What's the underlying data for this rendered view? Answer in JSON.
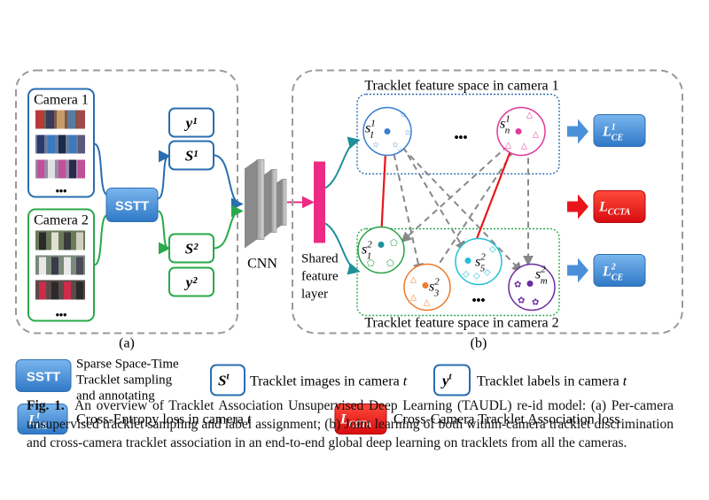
{
  "panel_a": {
    "camera1_label": "Camera 1",
    "camera2_label": "Camera 2",
    "ellipsis": "•••",
    "sstt_label": "SSTT",
    "y1": "y¹",
    "s1": "S¹",
    "s2": "S²",
    "y2": "y²",
    "caption": "(a)"
  },
  "middle": {
    "cnn_label": "CNN",
    "shared_label_line1": "Shared",
    "shared_label_line2": "feature",
    "shared_label_line3": "layer"
  },
  "panel_b": {
    "cam1_space_title": "Tracklet feature space in camera 1",
    "cam2_space_title": "Tracklet feature space in camera 2",
    "caption": "(b)",
    "ellipsis_top": "•••",
    "ellipsis_bottom": "•••",
    "clusters": {
      "s1_1": "s",
      "s1_1_sup": "1",
      "s1_1_sub": "1",
      "sn_1": "s",
      "sn_1_sup": "1",
      "sn_1_sub": "n",
      "s1_2": "s",
      "s1_2_sup": "2",
      "s1_2_sub": "1",
      "s3_2": "s",
      "s3_2_sup": "2",
      "s3_2_sub": "3",
      "s5_2": "s",
      "s5_2_sup": "2",
      "s5_2_sub": "5",
      "sm_2": "s",
      "sm_2_sup": "2",
      "sm_2_sub": "m"
    },
    "loss_ce1": "L",
    "loss_ce1_sup": "1",
    "loss_ce1_sub": "CE",
    "loss_ccta": "L",
    "loss_ccta_sub": "CCTA",
    "loss_ce2": "L",
    "loss_ce2_sup": "2",
    "loss_ce2_sub": "CE"
  },
  "legend": {
    "sstt_box": "SSTT",
    "sstt_line1": "Sparse Space-Time",
    "sstt_line2": "Tracklet sampling",
    "sstt_line3": "and annotating",
    "st_box": "S",
    "st_box_sup": "t",
    "st_text": "Tracklet images in camera ",
    "st_text_var": "t",
    "yt_box": "y",
    "yt_box_sup": "t",
    "yt_text": "Tracklet labels in camera ",
    "yt_text_var": "t",
    "lce_box": "L",
    "lce_box_sup": "t",
    "lce_box_sub": "CE",
    "lce_text": "Cross-Entropy loss in camera ",
    "lce_text_var": "t",
    "lccta_box": "L",
    "lccta_box_sub": "CCTA",
    "lccta_text": "Cross-Camera Tracklet Association loss"
  },
  "caption": {
    "label": "Fig. 1.",
    "text": "An overview of Tracklet Association Unsupervised Deep Learning (TAUDL) re-id model: (a) Per-camera unsupervised tracklet sampling and label assignment; (b) Joint learning of both within-camera tracklet discrimination and cross-camera tracklet association in an end-to-end global deep learning on tracklets from all the cameras."
  },
  "colors": {
    "camera1": "#2a6db0",
    "camera2": "#2aa84a",
    "sstt": "#4a90d9",
    "ccta": "#e8161a",
    "shared_layer": "#ee2a85",
    "cluster_blue": "#3a7fcf",
    "cluster_pink": "#e23a9a",
    "cluster_green": "#27a14a",
    "cluster_orange": "#ee7a2a",
    "cluster_cyan": "#20c0d8",
    "cluster_purple": "#6a2aa0"
  }
}
